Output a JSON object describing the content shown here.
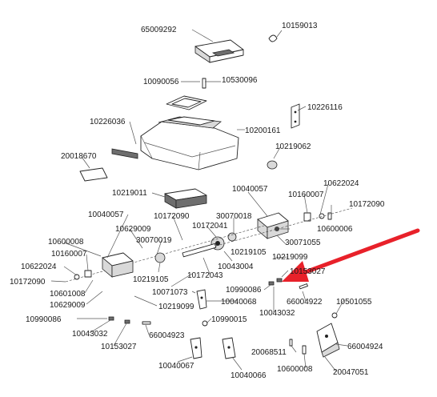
{
  "labels": {
    "p65009292": "65009292",
    "p10159013": "10159013",
    "p10090056": "10090056",
    "p10530096": "10530096",
    "p10226116": "10226116",
    "p10226036": "10226036",
    "p10200161": "10200161",
    "p20018670": "20018670",
    "p10219062": "10219062",
    "p10219011": "10219011",
    "p10040057a": "10040057",
    "p10160007a": "10160007",
    "p10622024a": "10622024",
    "p10172090a": "10172090",
    "p10040057b": "10040057",
    "p10172090b": "10172090",
    "p30070018": "30070018",
    "p10600006": "10600006",
    "p10629009a": "10629009",
    "p10172041": "10172041",
    "p10600008a": "10600008",
    "p30070019": "30070019",
    "p30071055": "30071055",
    "p10160007b": "10160007",
    "p10219105a": "10219105",
    "p10043004": "10043004",
    "p10219099a": "10219099",
    "p10622024b": "10622024",
    "p10172043": "10172043",
    "p10153027a": "10153027",
    "p10172090c": "10172090",
    "p10219105b": "10219105",
    "p10601008": "10601008",
    "p10071073": "10071073",
    "p10990086a": "10990086",
    "p10629009b": "10629009",
    "p10040068": "10040068",
    "p66004922": "66004922",
    "p10219099b": "10219099",
    "p10043032a": "10043032",
    "p10501055": "10501055",
    "p10990086b": "10990086",
    "p10990015": "10990015",
    "p10043032b": "10043032",
    "p66004923": "66004923",
    "p66004924": "66004924",
    "p10153027b": "10153027",
    "p20068511": "20068511",
    "p10040067": "10040067",
    "p10040066": "10040066",
    "p10600008b": "10600008",
    "p20047051": "20047051"
  },
  "colors": {
    "arrow": "#e8212a",
    "line": "#222222"
  }
}
